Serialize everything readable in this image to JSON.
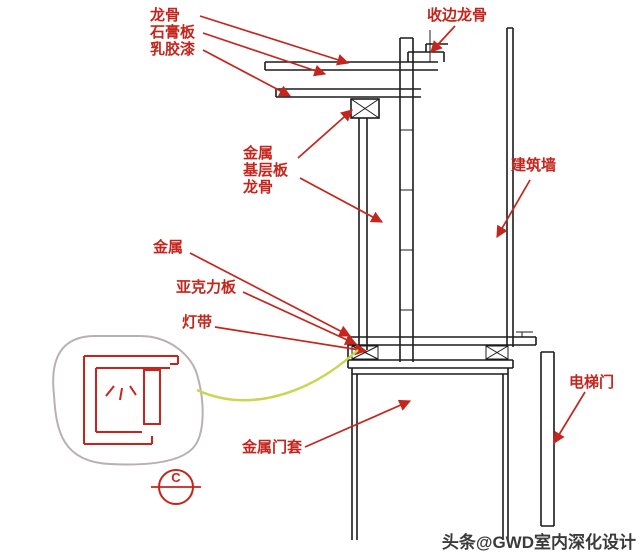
{
  "colors": {
    "annotation_red": "#c4251c",
    "drawing_line": "#1c1c1c",
    "connector_yellow": "#c9d64f",
    "sketch_outline_gray": "#b9b0b0",
    "watermark_gray": "#3b3b3b",
    "background": "#ffffff"
  },
  "annotations": {
    "keel_top": "龙骨",
    "gypsum_board": "石膏板",
    "latex_paint": "乳胶漆",
    "edge_keel": "收边龙骨",
    "metal_base_line1": "金属",
    "metal_base_line2": "基层板",
    "metal_base_line3": "龙骨",
    "building_wall": "建筑墙",
    "metal": "金属",
    "acrylic_panel": "亚克力板",
    "light_strip": "灯带",
    "metal_door_frame": "金属门套",
    "elevator_door": "电梯门"
  },
  "section_marker": {
    "letter": "C"
  },
  "watermark": "头条@GWD室内深化设计"
}
